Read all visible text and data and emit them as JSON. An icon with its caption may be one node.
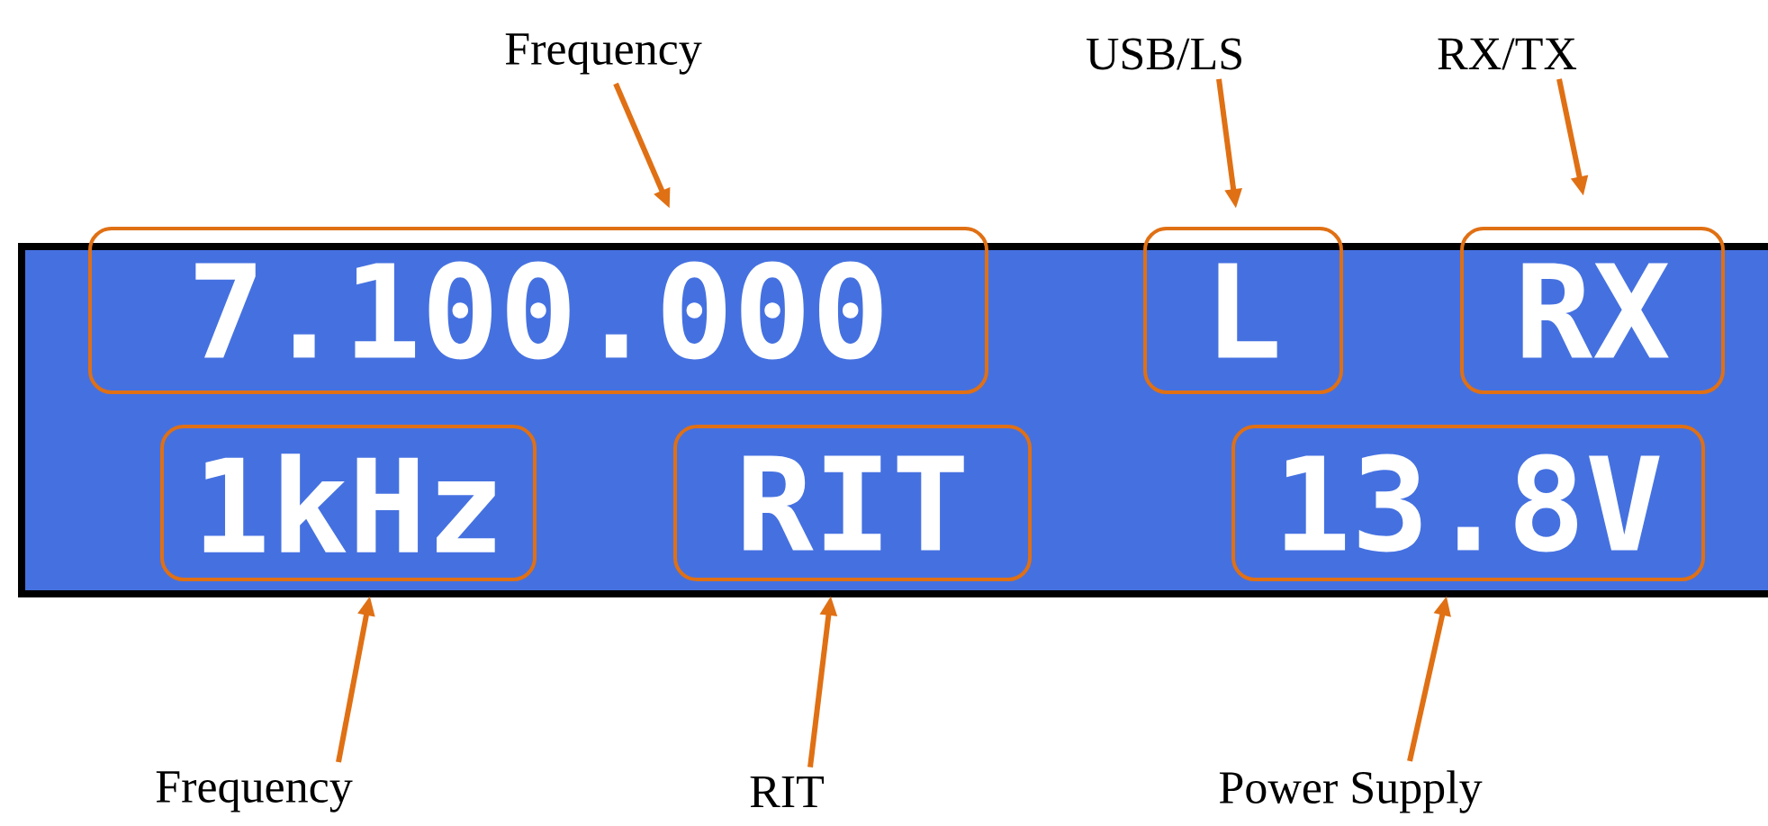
{
  "diagram": {
    "nodes": [
      {
        "text": [
          "Frequency"
        ]
      },
      {
        "text": [
          "USB/LS"
        ]
      },
      {
        "text": [
          "RX/TX"
        ]
      },
      {
        "text": [
          "7.100.000"
        ]
      },
      {
        "text": [
          "L"
        ]
      },
      {
        "text": [
          "RX"
        ]
      },
      {
        "text": [
          "1kHz"
        ]
      },
      {
        "text": [
          "RIT"
        ]
      },
      {
        "text": [
          "13.8V"
        ]
      },
      {
        "text": [
          "Frequency"
        ]
      },
      {
        "text": [
          "RIT"
        ]
      },
      {
        "text": [
          "Power Supply"
        ]
      }
    ],
    "edges": [
      {
        "from": 0,
        "to": 3,
        "arrow": "to"
      },
      {
        "from": 1,
        "to": 4,
        "arrow": "to"
      },
      {
        "from": 2,
        "to": 5,
        "arrow": "to"
      },
      {
        "from": 9,
        "to": 6,
        "arrow": "to"
      },
      {
        "from": 10,
        "to": 7,
        "arrow": "to"
      },
      {
        "from": 11,
        "to": 8,
        "arrow": "to"
      }
    ]
  }
}
